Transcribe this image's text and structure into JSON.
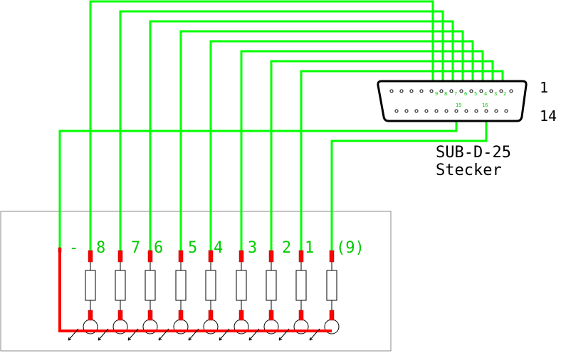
{
  "connector": {
    "title_line1": "SUB-D-25",
    "title_line2": "Stecker",
    "pin_top_label": "1",
    "pin_bottom_label": "14",
    "top_pin_numbers": [
      "9",
      "8",
      "7",
      "6",
      "5",
      "4",
      "3",
      "2"
    ],
    "bottom_pin_numbers": [
      "19",
      "16"
    ]
  },
  "board": {
    "labels": [
      "-",
      "8",
      "7",
      "6",
      "5",
      "4",
      "3",
      "2",
      "1",
      "(9)"
    ]
  },
  "colors": {
    "wire": "#00ff00",
    "ground": "#ff0000",
    "text_green": "#00cc00",
    "outline": "#000000",
    "board_border": "#888888"
  }
}
